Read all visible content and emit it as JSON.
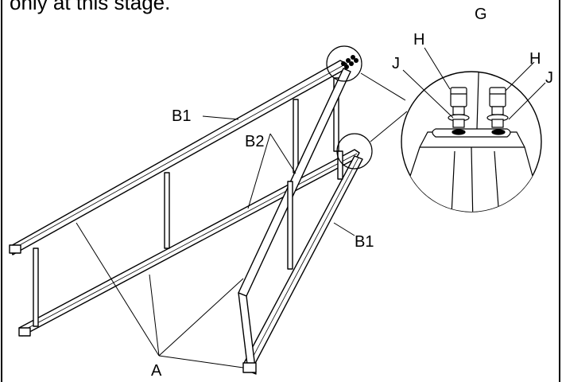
{
  "caption": "only at this stage.",
  "labels": {
    "G": "G",
    "H_left": "H",
    "H_right": "H",
    "J_left": "J",
    "J_right": "J",
    "B1_top": "B1",
    "B1_bottom": "B1",
    "B2": "B2",
    "A": "A"
  }
}
